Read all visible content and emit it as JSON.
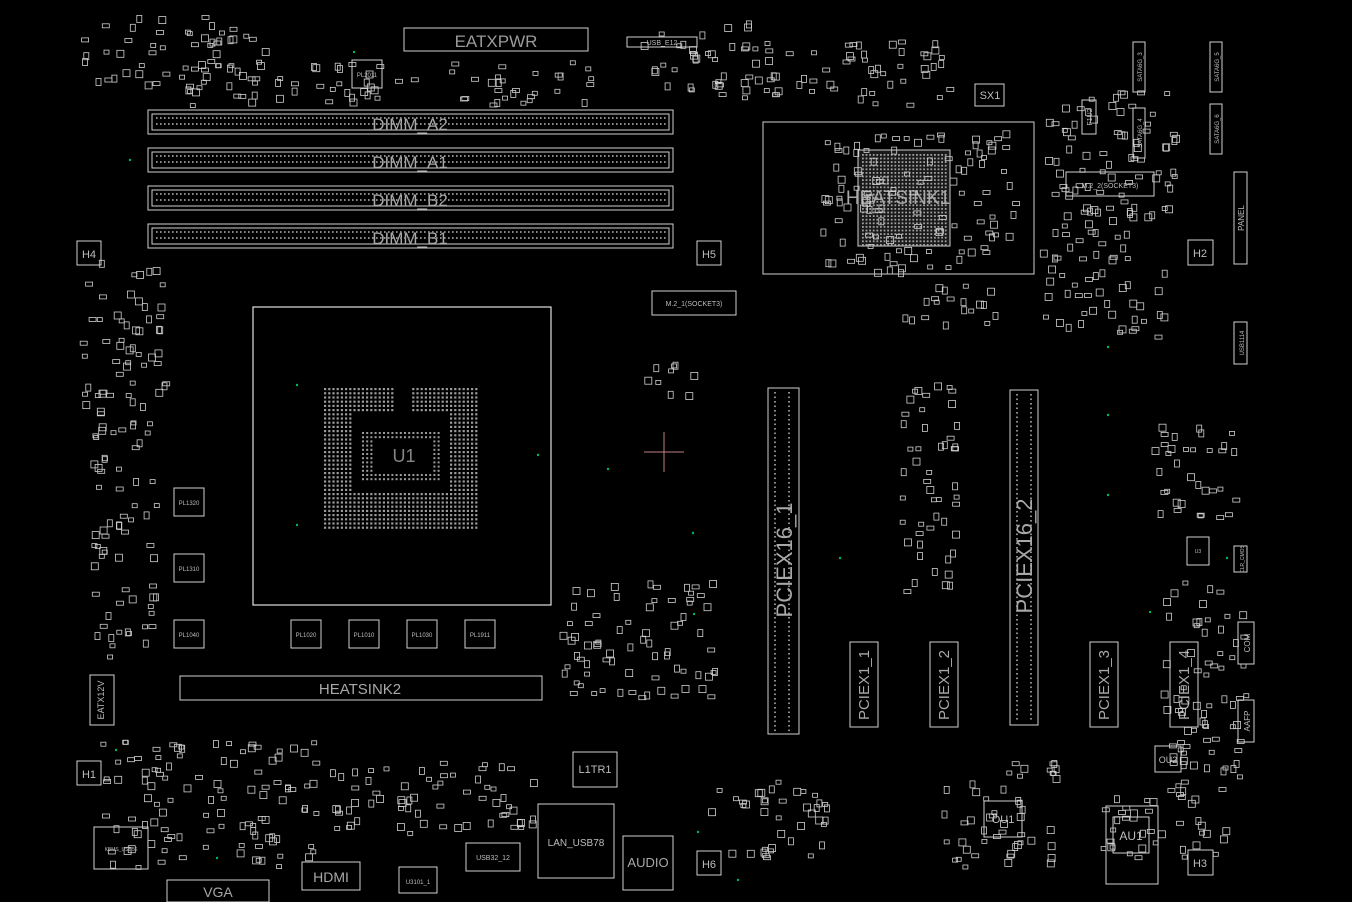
{
  "power_connectors": {
    "main": "EATXPWR",
    "cpu": "EATX12V"
  },
  "memory_slots": [
    "DIMM_A2",
    "DIMM_A1",
    "DIMM_B2",
    "DIMM_B1"
  ],
  "cpu_socket": "U1",
  "heatsinks": [
    "HEATSINK1",
    "HEATSINK2"
  ],
  "chipset_labels": [
    "SX1"
  ],
  "pcie_x16": [
    "PCIEX16_1",
    "PCIEX16_2"
  ],
  "pcie_x1": [
    "PCIEX1_1",
    "PCIEX1_2",
    "PCIEX1_3",
    "PCIEX1_4"
  ],
  "m2_slots": [
    "M.2_1(SOCKET3)",
    "M.2_2(SOCKET3)"
  ],
  "mount_holes": [
    "H1",
    "H2",
    "H3",
    "H4",
    "H5",
    "H6"
  ],
  "io_connectors": {
    "vga": "VGA",
    "hdmi": "HDMI",
    "lan_usb": "LAN_USB78",
    "audio": "AUDIO",
    "usb32": "USB32_12",
    "usb_1": "U3101_1",
    "usb_kb": "KBMS_USB56"
  },
  "transformer": "L1TR1",
  "audio_chips": [
    "OU1",
    "OU2",
    "AU1"
  ],
  "phase_chokes": [
    "PL2011",
    "PL1320",
    "PL1310",
    "PL1040",
    "PL1020",
    "PL1010",
    "PL1030",
    "PL1911"
  ],
  "side_headers": [
    "SATA6G_3",
    "SATA6G_4",
    "SATA6G_5",
    "SATA6G_6",
    "PANEL",
    "USB1114",
    "F1U2",
    "CLR_CMOS",
    "AAFP",
    "COM"
  ],
  "minor_labels": [
    "USB_E12",
    "U3"
  ]
}
